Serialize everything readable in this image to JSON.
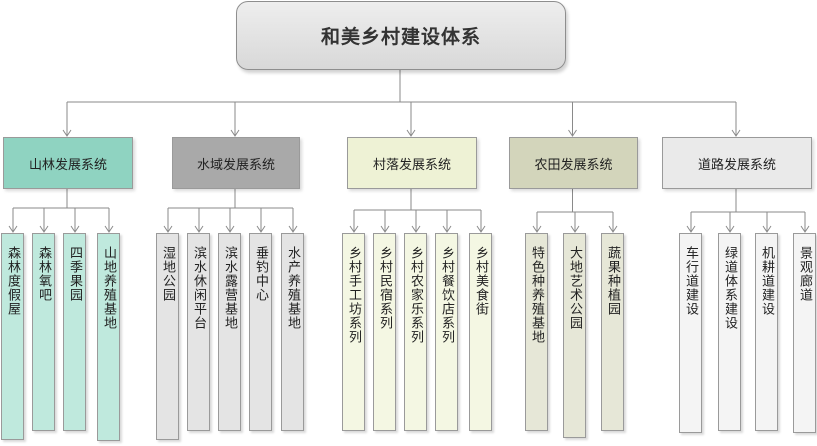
{
  "root": {
    "pre": "和美",
    "strong": "乡村建设体系"
  },
  "categories": [
    {
      "label": "山林发展系统",
      "fill": "#8fd3c1",
      "leaf_fill": "#bfe9dd",
      "leaves": [
        "森林度假屋",
        "森林氧吧",
        "四季果园",
        "山地养殖基地"
      ]
    },
    {
      "label": "水域发展系统",
      "fill": "#a9a9a9",
      "leaf_fill": "#e4e4e4",
      "leaves": [
        "湿地公园",
        "滨水休闲平台",
        "滨水露营基地",
        "垂钓中心",
        "水产养殖基地"
      ]
    },
    {
      "label": "村落发展系统",
      "fill": "#eef2d5",
      "leaf_fill": "#f4f7e3",
      "leaves": [
        "乡村手工坊系列",
        "乡村民宿系列",
        "乡村农家乐系列",
        "乡村餐饮店系列",
        "乡村美食街"
      ]
    },
    {
      "label": "农田发展系统",
      "fill": "#d3d5bb",
      "leaf_fill": "#e6e7d7",
      "leaves": [
        "特色种养殖基地",
        "大地艺术公园",
        "蔬果种植园"
      ]
    },
    {
      "label": "道路发展系统",
      "fill": "#eaeaea",
      "leaf_fill": "#f4f4f4",
      "leaves": [
        "车行道建设",
        "绿道体系建设",
        "机耕道建设",
        "景观廊道"
      ]
    }
  ]
}
